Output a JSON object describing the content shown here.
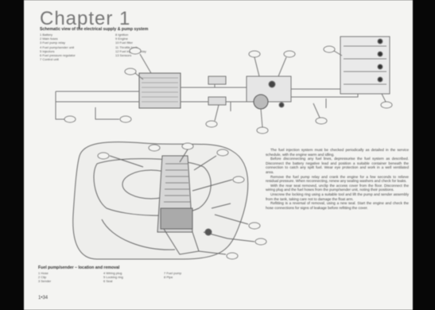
{
  "page": {
    "chapter_title": "Chapter 1",
    "page_number": "1•34"
  },
  "figure_top": {
    "caption": "Schematic view of the electrical supply & pump system",
    "legend_col1": [
      "1 Battery",
      "2 Main fuses",
      "3 Fuel pump relay",
      "4 Fuel pump/sender unit",
      "5 Injectors",
      "6 Fuel pressure regulator",
      "7 Control unit"
    ],
    "legend_col2": [
      "8 Ignition",
      "9 Engine",
      "10 Fuel filter",
      "11 Throttle body",
      "12 Fuel injection relay",
      "13 Sensors"
    ]
  },
  "figure_bottom": {
    "caption": "Fuel pump/sender – location and removal",
    "legend_col1": [
      "1 Hose",
      "2 Clip",
      "3 Sender"
    ],
    "legend_col2": [
      "4 Wiring plug",
      "5 Locking ring",
      "6 Seal"
    ],
    "legend_col3": [
      "7 Fuel pump",
      "8 Pipe"
    ]
  },
  "body_text": [
    "The fuel injection system must be checked periodically as detailed in the service schedule, with the engine warm and idling.",
    "Before disconnecting any fuel lines, depressurise the fuel system as described. Disconnect the battery negative lead and position a suitable container beneath the connection to catch any spilt fuel. Wear eye protection and work in a well ventilated area.",
    "Remove the fuel pump relay and crank the engine for a few seconds to relieve residual pressure. When reconnecting, renew any sealing washers and check for leaks.",
    "With the rear seat removed, unclip the access cover from the floor. Disconnect the wiring plug and the fuel hoses from the pump/sender unit, noting their positions.",
    "Unscrew the locking ring using a suitable tool and lift the pump and sender assembly from the tank, taking care not to damage the float arm.",
    "Refitting is a reversal of removal, using a new seal. Start the engine and check the hose connections for signs of leakage before refitting the cover."
  ]
}
